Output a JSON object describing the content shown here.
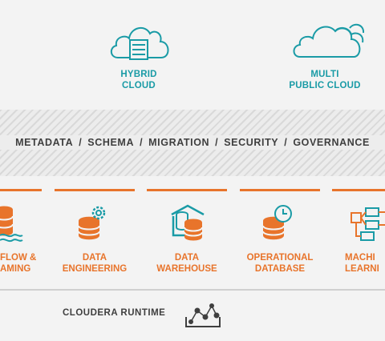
{
  "clouds": [
    {
      "line1": "HYBRID",
      "line2": "CLOUD"
    },
    {
      "line1": "MULTI",
      "line2": "PUBLIC CLOUD"
    }
  ],
  "band": {
    "items": [
      "METADATA",
      "SCHEMA",
      "MIGRATION",
      "SECURITY",
      "GOVERNANCE"
    ],
    "separator": "/"
  },
  "services": [
    {
      "line1": "FLOW &",
      "line2": "AMING",
      "icon": "database-stream-icon"
    },
    {
      "line1": "DATA",
      "line2": "ENGINEERING",
      "icon": "database-gear-icon"
    },
    {
      "line1": "DATA",
      "line2": "WAREHOUSE",
      "icon": "warehouse-database-icon"
    },
    {
      "line1": "OPERATIONAL",
      "line2": "DATABASE",
      "icon": "database-clock-icon"
    },
    {
      "line1": "MACHI",
      "line2": "LEARNI",
      "icon": "flowchart-icon"
    }
  ],
  "runtime": {
    "label": "CLOUDERA RUNTIME",
    "icon": "runtime-network-icon"
  },
  "colors": {
    "teal": "#1a9ba6",
    "orange": "#e8742b",
    "gray_text": "#3f3f3f",
    "background": "#f3f3f3"
  }
}
